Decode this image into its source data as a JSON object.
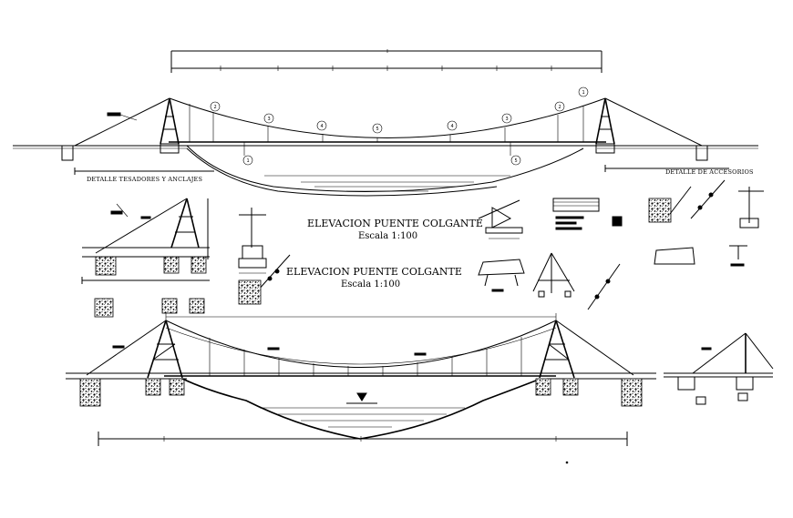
{
  "labels": {
    "main_title": "ELEVACION PUENTE COLGANTE",
    "main_scale": "Escala 1:100",
    "second_title": "ELEVACION PUENTE COLGANTE",
    "second_scale": "Escala 1:100",
    "anchors_detail": "DETALLE TESADORES Y ANCLAJES",
    "accessories_detail": "DETALLE DE ACCESORIOS"
  },
  "callouts": [
    "1",
    "2",
    "3",
    "4",
    "5",
    "4",
    "3",
    "2",
    "1",
    "5"
  ]
}
